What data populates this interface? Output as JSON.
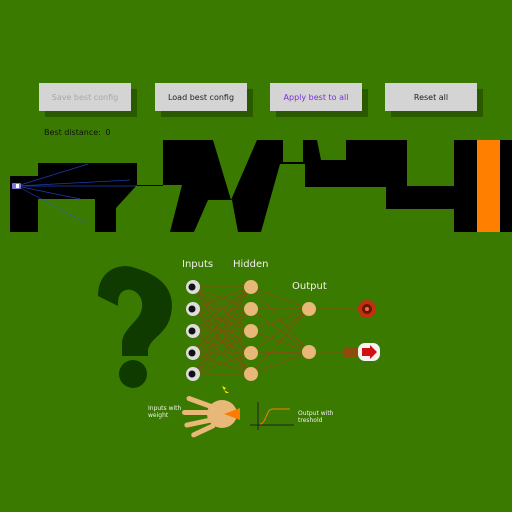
{
  "toolbar": {
    "save_label": "Save best config",
    "load_label": "Load best config",
    "apply_label": "Apply best to all",
    "reset_label": "Reset all"
  },
  "status": {
    "best_distance_label": "Best distance:",
    "best_distance_value": "0"
  },
  "diagram": {
    "inputs_label": "Inputs",
    "hidden_label": "Hidden",
    "output_label": "Output",
    "inputs_weight_label_line1": "Inputs with",
    "inputs_weight_label_line2": "weight",
    "output_threshold_label_line1": "Output with",
    "output_threshold_label_line2": "treshold",
    "icons": [
      "question-mark-icon",
      "eye-icon",
      "hand-icon",
      "threshold-graph-icon",
      "brake-icon",
      "accelerate-icon"
    ]
  },
  "colors": {
    "background": "#3b7a00",
    "wall": "#000000",
    "finish": "#ff8000",
    "node": "#e8b878",
    "question": "#0f3a00"
  }
}
